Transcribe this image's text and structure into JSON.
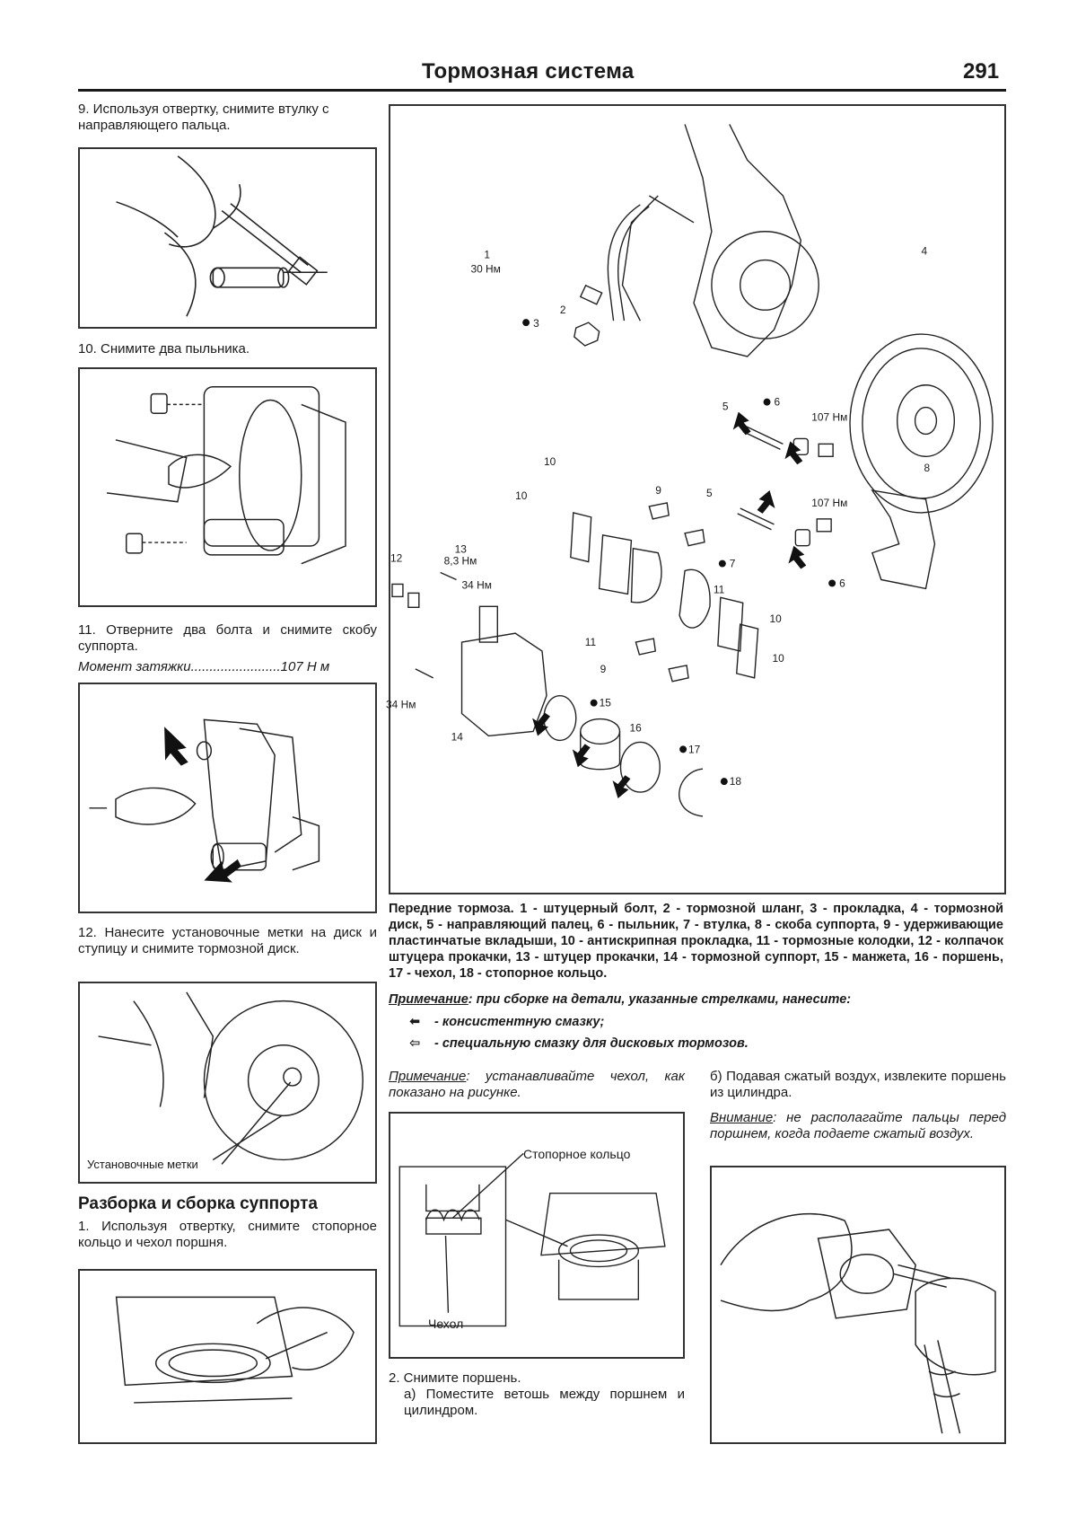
{
  "header": {
    "title": "Тормозная система",
    "page_number": "291"
  },
  "left": {
    "step9": "9. Используя отвертку, снимите втулку с направляющего пальца.",
    "step10": "10. Снимите два пыльника.",
    "step11": "11. Отверните два болта и снимите скобу суппорта.",
    "torque_label": "Момент затяжки........................",
    "torque_value": "107 Н м",
    "step12": "12. Нанесите установочные метки на диск и ступицу и снимите тормозной диск.",
    "fig_marks_label": "Установочные метки",
    "section_heading": "Разборка и сборка суппорта",
    "sec_step1": "1. Используя отвертку, снимите стопорное кольцо и чехол поршня."
  },
  "main_figure": {
    "labels": {
      "n1": "1",
      "t30": "30 Нм",
      "n2": "2",
      "n3": "3",
      "n4": "4",
      "n5a": "5",
      "n5b": "5",
      "n6a": "6",
      "n6b": "6",
      "t107a": "107 Нм",
      "t107b": "107 Нм",
      "n7": "7",
      "n8": "8",
      "n9a": "9",
      "n9b": "9",
      "n10a": "10",
      "n10b": "10",
      "n10c": "10",
      "n10d": "10",
      "n11a": "11",
      "n11b": "11",
      "n12": "12",
      "n13": "13",
      "t83": "8,3 Нм",
      "t34a": "34 Нм",
      "t34b": "34 Нм",
      "n14": "14",
      "n15": "15",
      "n16": "16",
      "n17": "17",
      "n18": "18"
    }
  },
  "caption": "Передние тормоза. 1 - штуцерный болт, 2 - тормозной шланг, 3 - прокладка, 4 - тормозной диск, 5 - направляющий палец, 6 - пыльник, 7 - втулка, 8 - скоба суппорта, 9 - удерживающие пластинчатые вкладыши, 10 - антискрипная прокладка, 11 - тормозные колодки, 12 - колпачок штуцера прокачки, 13 - штуцер прокачки, 14 - тормозной суппорт, 15 - манжета, 16 - поршень, 17 - чехол, 18 - стопорное кольцо.",
  "grease_note": {
    "label": "Примечание",
    "text": ": при сборке на детали, указанные стрелками, нанесите:",
    "item1": "- консистентную смазку;",
    "item2": "- специальную смазку для дисковых тормозов."
  },
  "middle": {
    "note_label": "Примечание",
    "note_text": ": устанавливайте чехол, как показано на рисунке.",
    "fig_ring_label": "Стопорное кольцо",
    "fig_boot_label": "Чехол",
    "step2": "2. Снимите поршень.",
    "step2a": "а) Поместите ветошь между поршнем и цилиндром."
  },
  "right": {
    "step2b": "б) Подавая сжатый воздух, извлеките поршень из цилиндра.",
    "warn_label": "Внимание",
    "warn_text": ": не располагайте пальцы перед поршнем, когда подаете сжатый воздух."
  },
  "icons": {
    "solid_arrow": "solid-arrow-icon",
    "hollow_arrow": "hollow-arrow-icon",
    "bullet": "filled-dot-icon"
  }
}
